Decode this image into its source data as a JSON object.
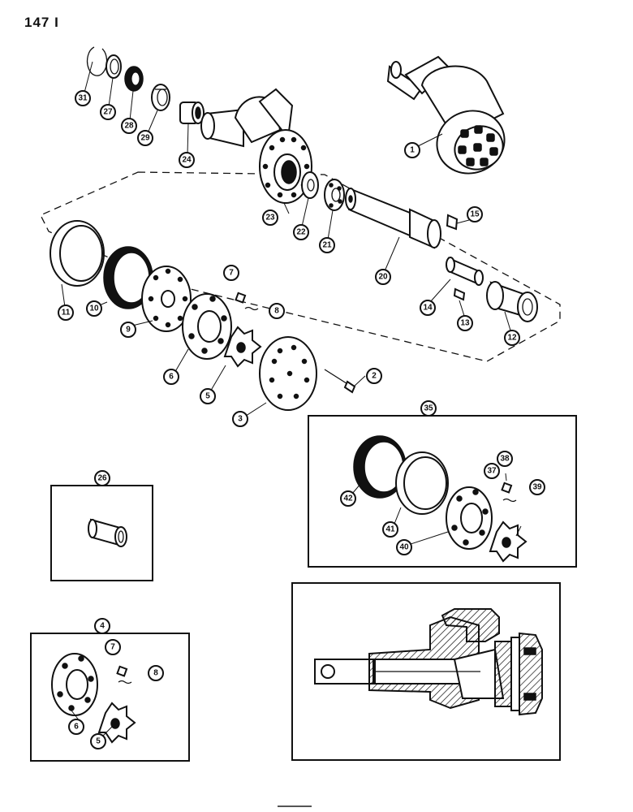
{
  "page": {
    "title": "147 I"
  },
  "callouts": {
    "c1": "1",
    "c2": "2",
    "c3": "3",
    "c4": "4",
    "c5": "5",
    "c6": "6",
    "c7": "7",
    "c8": "8",
    "c9": "9",
    "c10": "10",
    "c11": "11",
    "c12": "12",
    "c13": "13",
    "c14": "14",
    "c15": "15",
    "c20": "20",
    "c21": "21",
    "c22": "22",
    "c23": "23",
    "c24": "24",
    "c26": "26",
    "c27": "27",
    "c28": "28",
    "c29": "29",
    "c31": "31",
    "c35": "35",
    "c37": "37",
    "c38": "38",
    "c39": "39",
    "c40": "40",
    "c41": "41",
    "c42": "42",
    "c5b": "5",
    "c6b": "6",
    "c7b": "7",
    "c8b": "8"
  },
  "icons": {
    "assembled-motor": "motor-assembly-icon",
    "cross-section": "cutaway-section-icon"
  }
}
